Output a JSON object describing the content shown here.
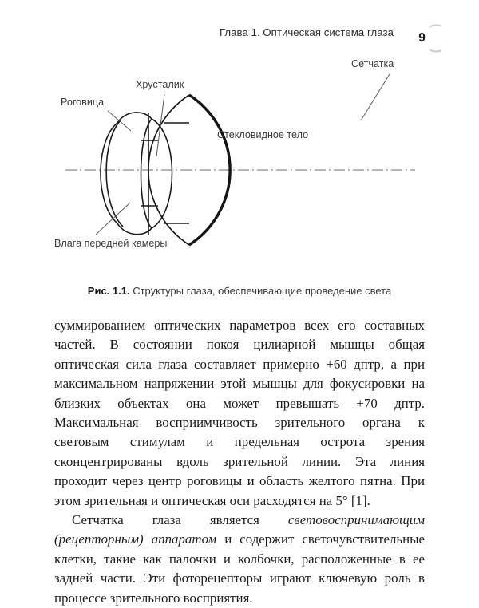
{
  "header": {
    "chapter_title": "Глава 1. Оптическая система глаза",
    "page_number": "9",
    "badge_icon": "circle-arc-icon"
  },
  "figure": {
    "alt_name": "eye-anatomy-diagram",
    "caption_prefix": "Рис. 1.1.",
    "caption_text": " Структуры глаза, обеспечивающие проведение света",
    "labels": [
      {
        "id": "retina",
        "text": "Сетчатка"
      },
      {
        "id": "lens",
        "text": "Хрусталик"
      },
      {
        "id": "cornea",
        "text": "Роговица"
      },
      {
        "id": "vitreous",
        "text": "Стекловидное тело"
      },
      {
        "id": "aqueous",
        "text": "Влага передней камеры"
      }
    ],
    "axis_line_style": "dash-dot"
  },
  "body": {
    "paragraph_1_a": "суммированием оптических параметров всех его составных частей. В состоянии покоя цилиарной мышцы общая оптическая сила глаза составляет примерно +60 дптр, а при максимальном напряжении этой мышцы для фокусировки на близких объектах она может превышать +70 дптр. Максимальная восприимчивость зрительного органа к световым стимулам и предельная острота зрения сконцентрированы вдоль зрительной линии. Эта линия проходит через центр роговицы и область желтого пятна. При этом зрительная и оптическая оси расходятся на 5° [1].",
    "paragraph_2_a": "Сетчатка глаза является ",
    "paragraph_2_emph": "световоспринимающим (рецепторным) аппаратом",
    "paragraph_2_b": " и содержит светочувствительные клетки, такие как палочки и колбочки, расположенные в ее задней части. Эти фоторецепторы играют ключевую роль в процессе зрительного восприятия."
  },
  "colors": {
    "page_background": "#ffffff",
    "body_text": "#1b1c1e",
    "label_text": "#3a3b3e",
    "header_text": "#2f3033",
    "diagram_stroke": "#1a1a1a",
    "diagram_thin_stroke": "#4a4a4a",
    "badge_arc": "#c9cacd",
    "axis_line": "#6a6b6e"
  }
}
